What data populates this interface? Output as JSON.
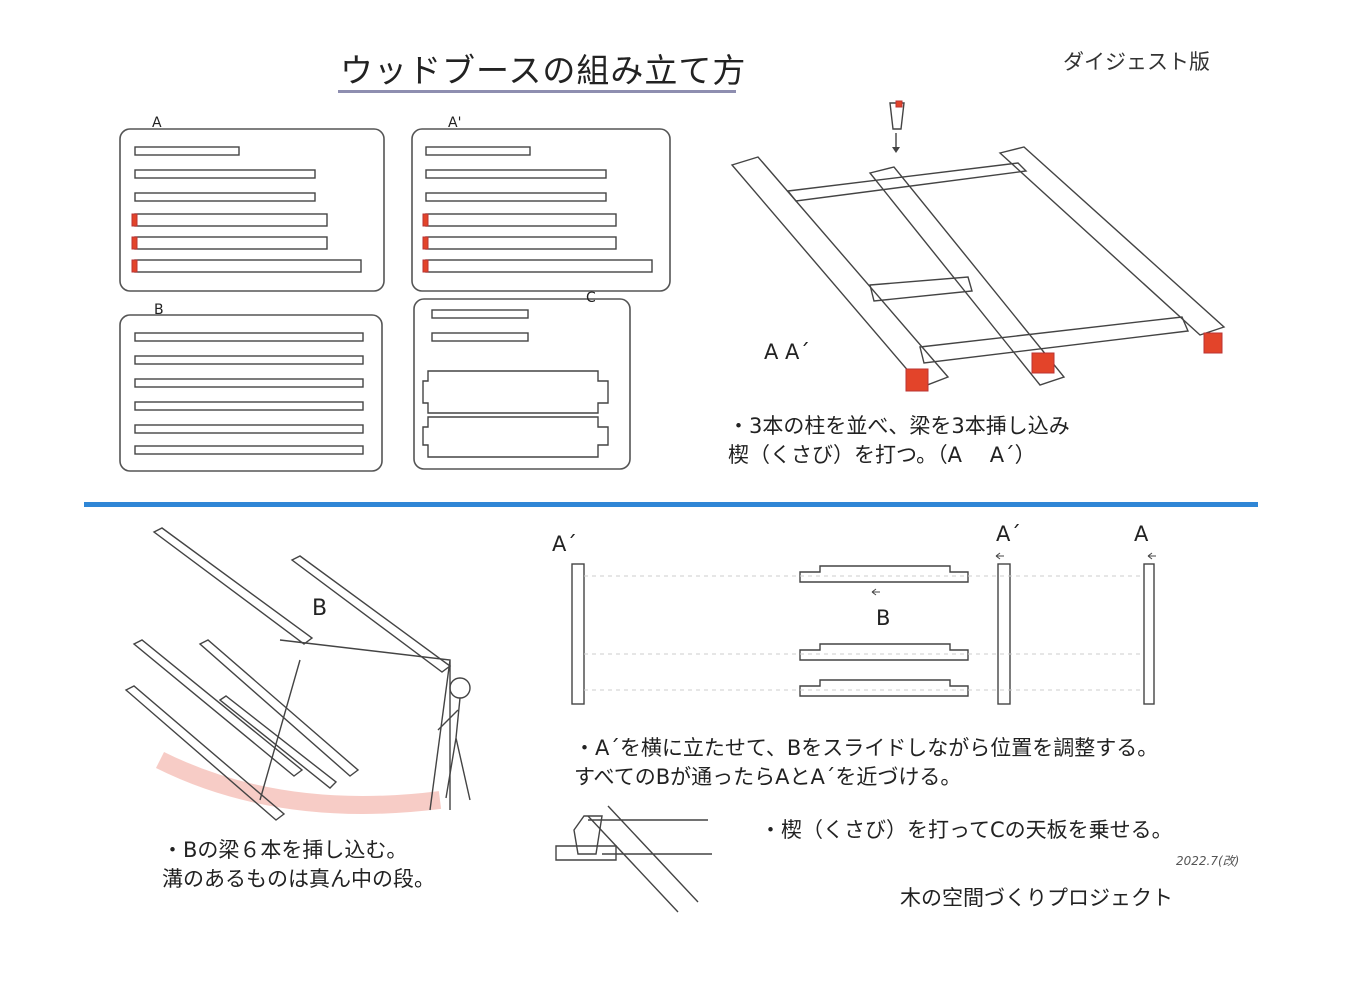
{
  "header": {
    "title": "ウッドブースの組み立て方",
    "edition": "ダイジェスト版"
  },
  "parts": {
    "group_a_label": "A",
    "group_a2_label": "A'",
    "group_b_label": "B",
    "group_c_label": "C"
  },
  "step1": {
    "labels": "A  A´",
    "note": "・3本の柱を並べ、梁を3本挿し込み\n楔（くさび）を打つ。（A　 A´）"
  },
  "step2": {
    "label_b": "B",
    "note": "・Bの梁６本を挿し込む。\n溝のあるものは真ん中の段。"
  },
  "step3": {
    "label_a_left": "A´",
    "label_a_mid": "A´",
    "label_a_right": "A",
    "label_b": "B",
    "note": "・A´を横に立たせて、Bをスライドしながら位置を調整する。\nすべてのBが通ったらAとA´を近づける。"
  },
  "step4": {
    "note": "・楔（くさび）を打ってCの天板を乗せる。"
  },
  "footer": {
    "date_mark": "2022.7(改)",
    "project": "木の空間づくりプロジェクト"
  },
  "colors": {
    "divider": "#2f86d6",
    "accent_red": "#e3442a",
    "title_underline": "#8e8eb0"
  }
}
